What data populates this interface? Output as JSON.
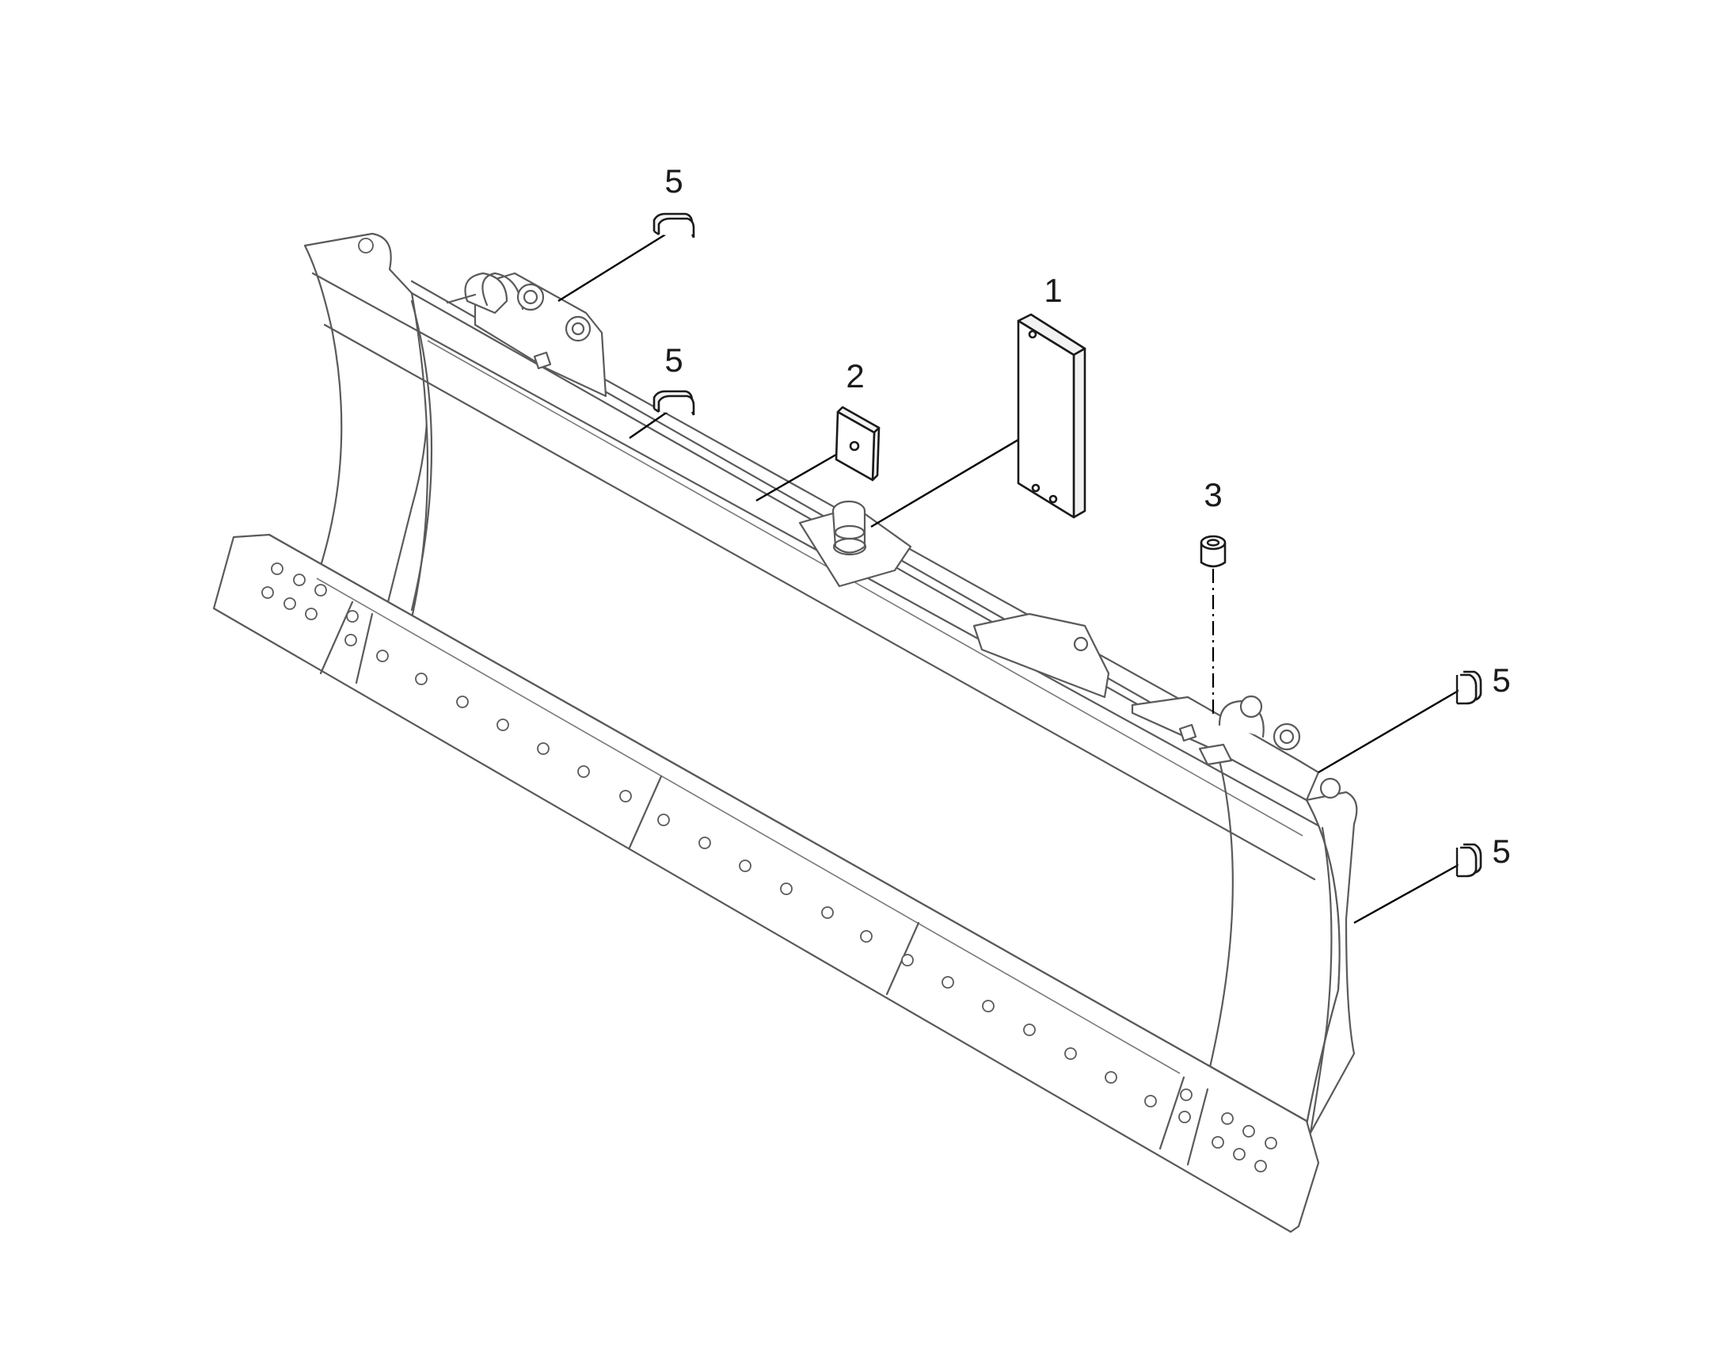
{
  "callouts": [
    {
      "id": "c5a",
      "label": "5"
    },
    {
      "id": "c5b",
      "label": "5"
    },
    {
      "id": "c2",
      "label": "2"
    },
    {
      "id": "c1",
      "label": "1"
    },
    {
      "id": "c3",
      "label": "3"
    },
    {
      "id": "c5c",
      "label": "5"
    },
    {
      "id": "c5d",
      "label": "5"
    }
  ]
}
